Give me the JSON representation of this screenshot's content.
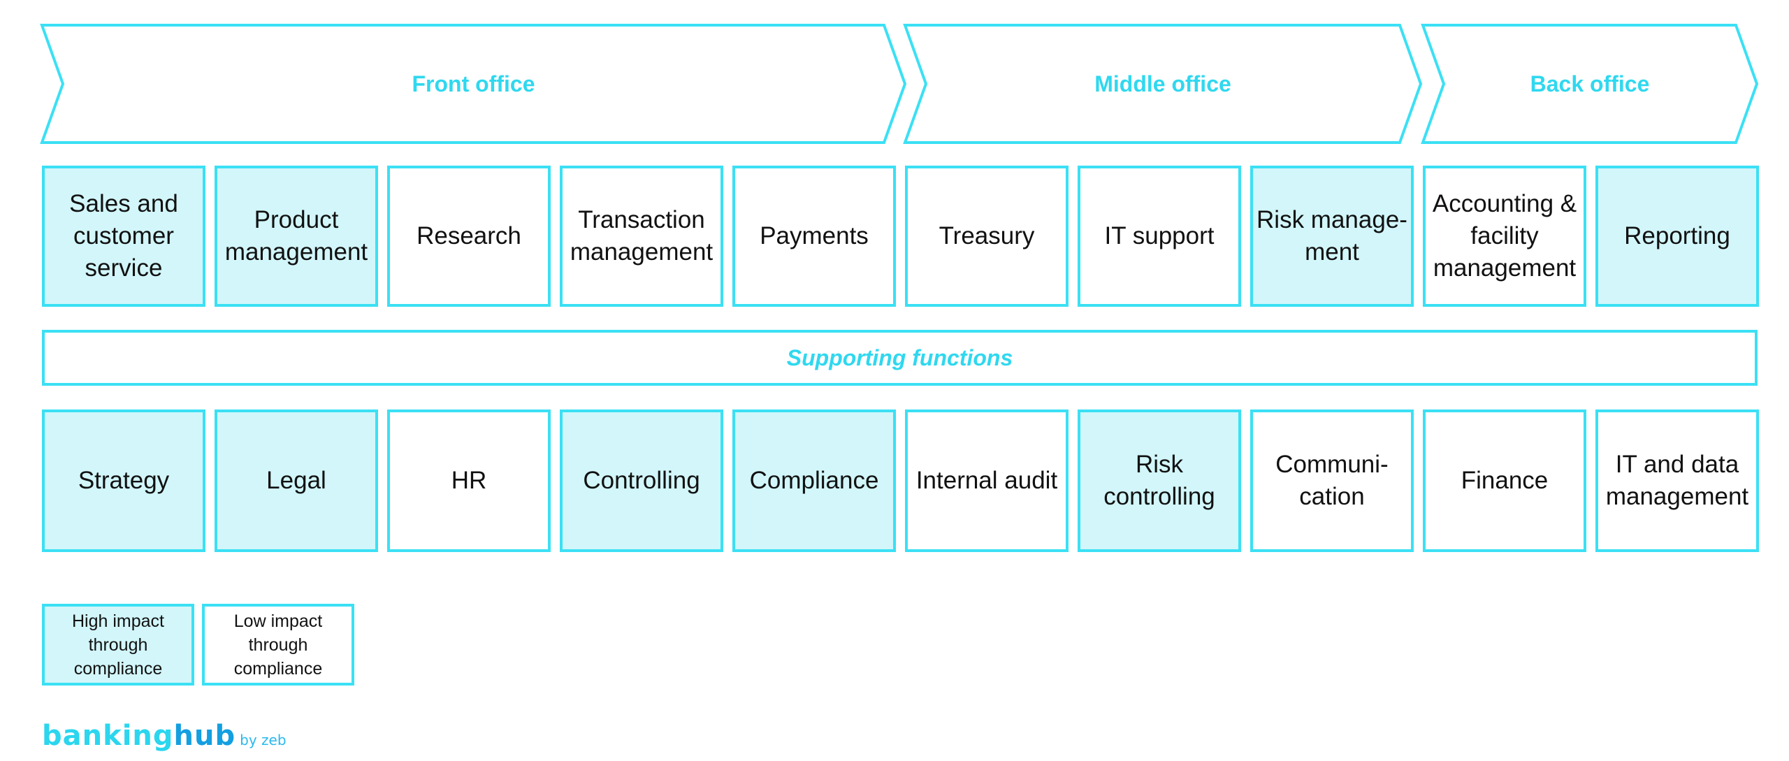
{
  "stages": [
    {
      "label": "Front office"
    },
    {
      "label": "Middle office"
    },
    {
      "label": "Back office"
    }
  ],
  "core_functions": [
    {
      "label": "Sales and\ncustomer\nservice",
      "impact": "high"
    },
    {
      "label": "Product\nmanagement",
      "impact": "high"
    },
    {
      "label": "Research",
      "impact": "low"
    },
    {
      "label": "Transaction\nmanagement",
      "impact": "low"
    },
    {
      "label": "Payments",
      "impact": "low"
    },
    {
      "label": "Treasury",
      "impact": "low"
    },
    {
      "label": "IT support",
      "impact": "low"
    },
    {
      "label": "Risk manage-\nment",
      "impact": "high"
    },
    {
      "label": "Accounting &\nfacility\nmanagement",
      "impact": "low"
    },
    {
      "label": "Reporting",
      "impact": "high"
    }
  ],
  "supporting_title": "Supporting functions",
  "supporting_functions": [
    {
      "label": "Strategy",
      "impact": "high"
    },
    {
      "label": "Legal",
      "impact": "high"
    },
    {
      "label": "HR",
      "impact": "low"
    },
    {
      "label": "Controlling",
      "impact": "high"
    },
    {
      "label": "Compliance",
      "impact": "high"
    },
    {
      "label": "Internal audit",
      "impact": "low"
    },
    {
      "label": "Risk\ncontrolling",
      "impact": "high"
    },
    {
      "label": "Communi-\ncation",
      "impact": "low"
    },
    {
      "label": "Finance",
      "impact": "low"
    },
    {
      "label": "IT and data\nmanagement",
      "impact": "low"
    }
  ],
  "legend": {
    "high": "High impact\nthrough\ncompliance",
    "low": "Low impact\nthrough\ncompliance"
  },
  "logo": {
    "part1": "banking",
    "part2": "hub",
    "part3": "by zeb"
  },
  "colors": {
    "accent": "#3be0f4",
    "high_fill": "#d2f6fa",
    "title": "#2fd8ef"
  }
}
